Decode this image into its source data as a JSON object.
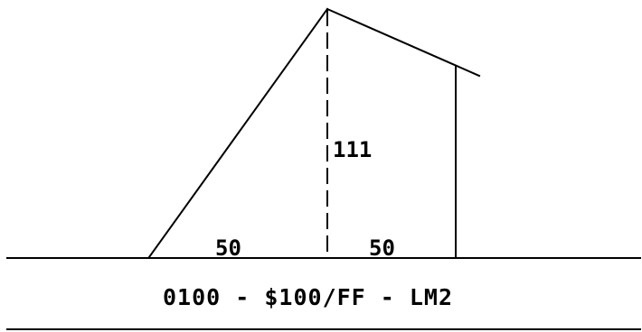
{
  "diagram": {
    "labels": {
      "height": "111",
      "left_width": "50",
      "right_width": "50"
    },
    "caption": "0100 - $100/FF - LM2",
    "colors": {
      "line": "#000000",
      "text": "#000000",
      "background": "#ffffff"
    }
  }
}
